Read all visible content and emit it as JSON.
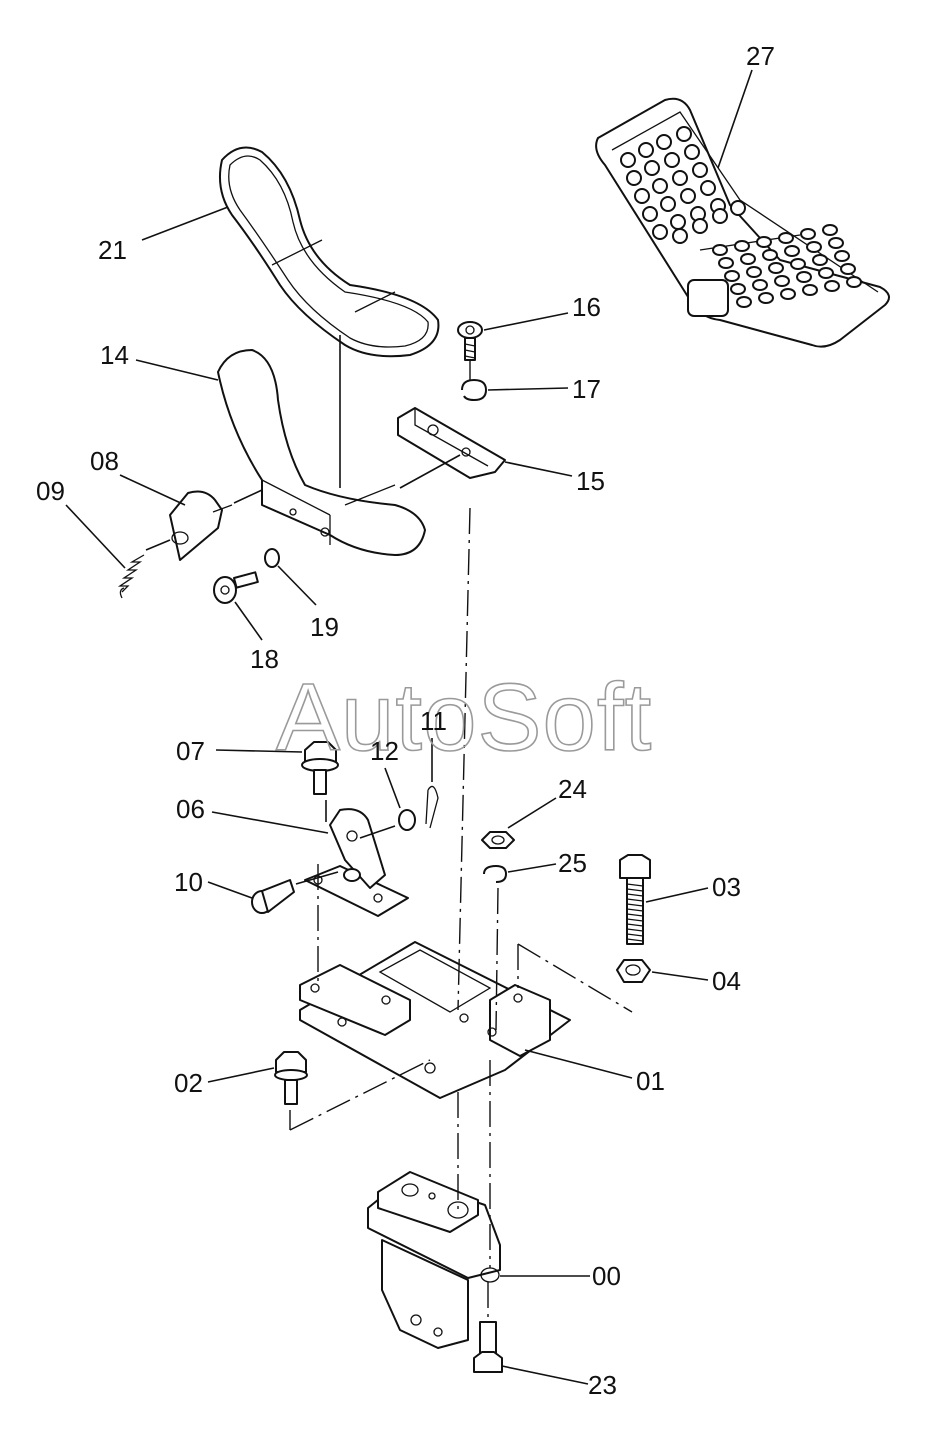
{
  "watermark": "AutoSoft",
  "callouts": [
    {
      "id": "27",
      "text": "27"
    },
    {
      "id": "21",
      "text": "21"
    },
    {
      "id": "16",
      "text": "16"
    },
    {
      "id": "17",
      "text": "17"
    },
    {
      "id": "14",
      "text": "14"
    },
    {
      "id": "15",
      "text": "15"
    },
    {
      "id": "08",
      "text": "08"
    },
    {
      "id": "09",
      "text": "09"
    },
    {
      "id": "18",
      "text": "18"
    },
    {
      "id": "19",
      "text": "19"
    },
    {
      "id": "11",
      "text": "11"
    },
    {
      "id": "07",
      "text": "07"
    },
    {
      "id": "12",
      "text": "12"
    },
    {
      "id": "24",
      "text": "24"
    },
    {
      "id": "06",
      "text": "06"
    },
    {
      "id": "25",
      "text": "25"
    },
    {
      "id": "10",
      "text": "10"
    },
    {
      "id": "03",
      "text": "03"
    },
    {
      "id": "04",
      "text": "04"
    },
    {
      "id": "02",
      "text": "02"
    },
    {
      "id": "01",
      "text": "01"
    },
    {
      "id": "00",
      "text": "00"
    },
    {
      "id": "23",
      "text": "23"
    }
  ]
}
